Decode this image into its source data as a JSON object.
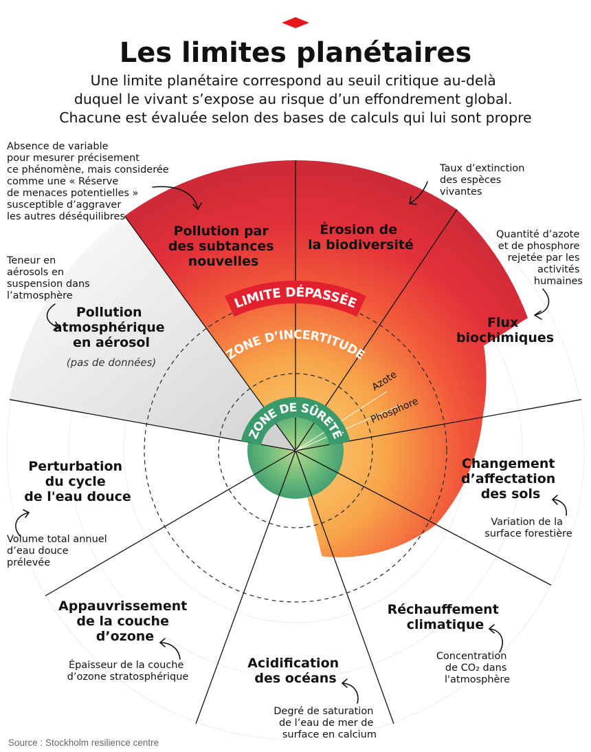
{
  "header": {
    "title": "Les limites planétaires",
    "subtitle_lines": [
      "Une limite planétaire correspond au seuil critique au-delà",
      "duquel le vivant s’expose au risque d’un effondrement global.",
      "Chacune est évaluée selon des bases de calculs qui lui sont propre"
    ]
  },
  "zones": {
    "exceeded": "LIMITE DÉPASSÉE",
    "uncertainty": "ZONE D’INCERTITUDE",
    "safe": "ZONE DE SÛRETÉ"
  },
  "boundaries": {
    "novel_entities": {
      "name_lines": [
        "Pollution par",
        "des subtances",
        "nouvelles"
      ],
      "note_lines": [
        "Absence de variable",
        "pour mesurer précisement",
        "ce phénomène, mais considerée",
        "comme une « Réserve",
        "de menaces potentielles »",
        "susceptible d’aggraver",
        "les autres déséquilibres"
      ],
      "status": "limite dépassée"
    },
    "biodiversity": {
      "name_lines": [
        "Érosion de",
        "la biodiversité"
      ],
      "note_lines": [
        "Taux d’extinction",
        "des espèces",
        "vivantes"
      ],
      "status": "limite dépassée"
    },
    "biochemical": {
      "name_lines": [
        "Flux",
        "biochimiques"
      ],
      "note_lines": [
        "Quantité d’azote",
        "et de phosphore",
        "rejetée par les",
        "activités",
        "humaines"
      ],
      "sub_labels": [
        "Azote",
        "Phosphore"
      ],
      "status": "limite dépassée"
    },
    "land_use": {
      "name_lines": [
        "Changement",
        "d’affectation",
        "des sols"
      ],
      "note_lines": [
        "Variation de la",
        "surface forestière"
      ],
      "status": "zone d’incertitude"
    },
    "climate": {
      "name_lines": [
        "Réchauffement",
        "climatique"
      ],
      "note_lines": [
        "Concentration",
        "de CO₂ dans",
        "l'atmosphère"
      ],
      "status": "zone d’incertitude"
    },
    "ocean_acidification": {
      "name_lines": [
        "Acidification",
        "des océans"
      ],
      "note_lines": [
        "Degré de saturation",
        "de l’eau de mer de",
        "surface en calcium"
      ],
      "status": "zone de sûreté"
    },
    "ozone": {
      "name_lines": [
        "Appauvrissement",
        "de la couche",
        "d’ozone"
      ],
      "note_lines": [
        "Épaisseur de la couche",
        "d’ozone stratosphérique"
      ],
      "status": "zone de sûreté"
    },
    "freshwater": {
      "name_lines": [
        "Perturbation",
        "du cycle",
        "de l'eau douce"
      ],
      "note_lines": [
        "Volume total annuel",
        "d’eau douce",
        "prélevée"
      ],
      "status": "zone de sûreté"
    },
    "aerosols": {
      "name_lines": [
        "Pollution",
        "atmosphérique",
        "en aérosol"
      ],
      "extra": "(pas de données)",
      "note_lines": [
        "Teneur en",
        "aérosols en",
        "suspension dans",
        "l’atmosphère"
      ],
      "status": "pas de données"
    }
  },
  "source": "Source : Stockholm resilience centre",
  "colors": {
    "brand_red": "#e8151c",
    "exceeded_red": "#d82a35",
    "orange": "#f7a043",
    "safe_green": "#3d9b6f",
    "no_data_grey": "#d8d8d8"
  }
}
